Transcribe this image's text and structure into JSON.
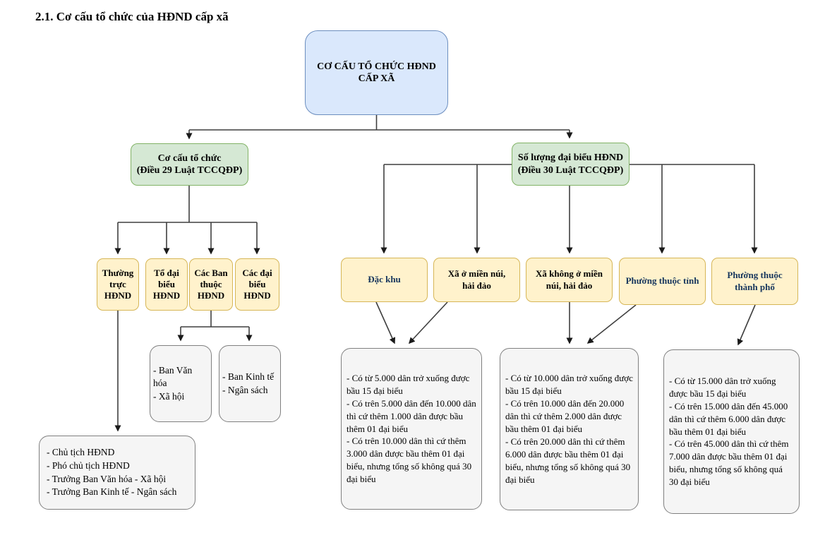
{
  "title": "2.1. Cơ cấu tổ chức của HĐND cấp xã",
  "root": {
    "label": "CƠ CẤU TỔ CHỨC HĐND\nCẤP XÃ"
  },
  "branch_left": {
    "label": "Cơ cấu tổ chức\n(Điều 29 Luật TCCQĐP)"
  },
  "branch_right": {
    "label": "Số lượng đại biểu HĐND\n(Điều 30 Luật TCCQĐP)"
  },
  "org_children": [
    {
      "label": "Thường trực HĐND"
    },
    {
      "label": "Tổ đại biểu HĐND"
    },
    {
      "label": "Các Ban thuộc HĐND"
    },
    {
      "label": "Các đại biểu HĐND"
    }
  ],
  "size_children": [
    {
      "label": "Đặc khu"
    },
    {
      "label": "Xã ở miền núi,\nhải đảo"
    },
    {
      "label": "Xã không ở miền\nnúi, hải đảo"
    },
    {
      "label": "Phường thuộc tỉnh"
    },
    {
      "label": "Phường thuộc\nthành phố"
    }
  ],
  "org_details": {
    "board_culture": "- Ban Văn hóa\n- Xã hội",
    "board_economy": "- Ban Kinh tế\n- Ngân sách",
    "standing_members": "- Chủ tịch HĐND\n- Phó chủ tịch HĐND\n- Trưởng Ban Văn hóa - Xã hội\n- Trưởng Ban Kinh tế - Ngân sách"
  },
  "size_details": [
    "- Có từ 5.000 dân trở xuống được bầu 15 đại biểu\n- Có trên 5.000 dân đến 10.000 dân thì cứ thêm 1.000 dân được bầu thêm 01 đại biểu\n- Có trên 10.000 dân thì cứ thêm 3.000 dân được bầu thêm 01 đại biểu, nhưng tổng số không quá 30 đại biểu",
    "- Có từ 10.000 dân trở xuống được bầu 15 đại biểu\n- Có trên 10.000 dân đến 20.000 dân thì cứ thêm 2.000 dân được bầu thêm 01 đại biểu\n- Có trên 20.000 dân thì cứ thêm 6.000 dân được bầu thêm 01 đại biểu, nhưng tổng số không quá 30 đại biểu",
    "- Có từ 15.000 dân trở xuống được bầu 15 đại biểu\n- Có trên 15.000 dân đến 45.000 dân thì cứ thêm 6.000 dân được bầu thêm 01 đại biểu\n- Có trên 45.000 dân thì cứ thêm 7.000 dân được bầu thêm 01 đại biểu, nhưng tổng số không quá 30 đại biểu"
  ],
  "colors": {
    "root_fill": "#dae8fc",
    "root_border": "#6c8ebf",
    "branch_fill": "#d5e8d4",
    "branch_border": "#82b366",
    "leaf_fill": "#fff2cc",
    "leaf_border": "#d6b656",
    "detail_fill": "#f5f5f5",
    "detail_border": "#808080",
    "connector": "#3f3f3f",
    "navy_text": "#17365d"
  }
}
